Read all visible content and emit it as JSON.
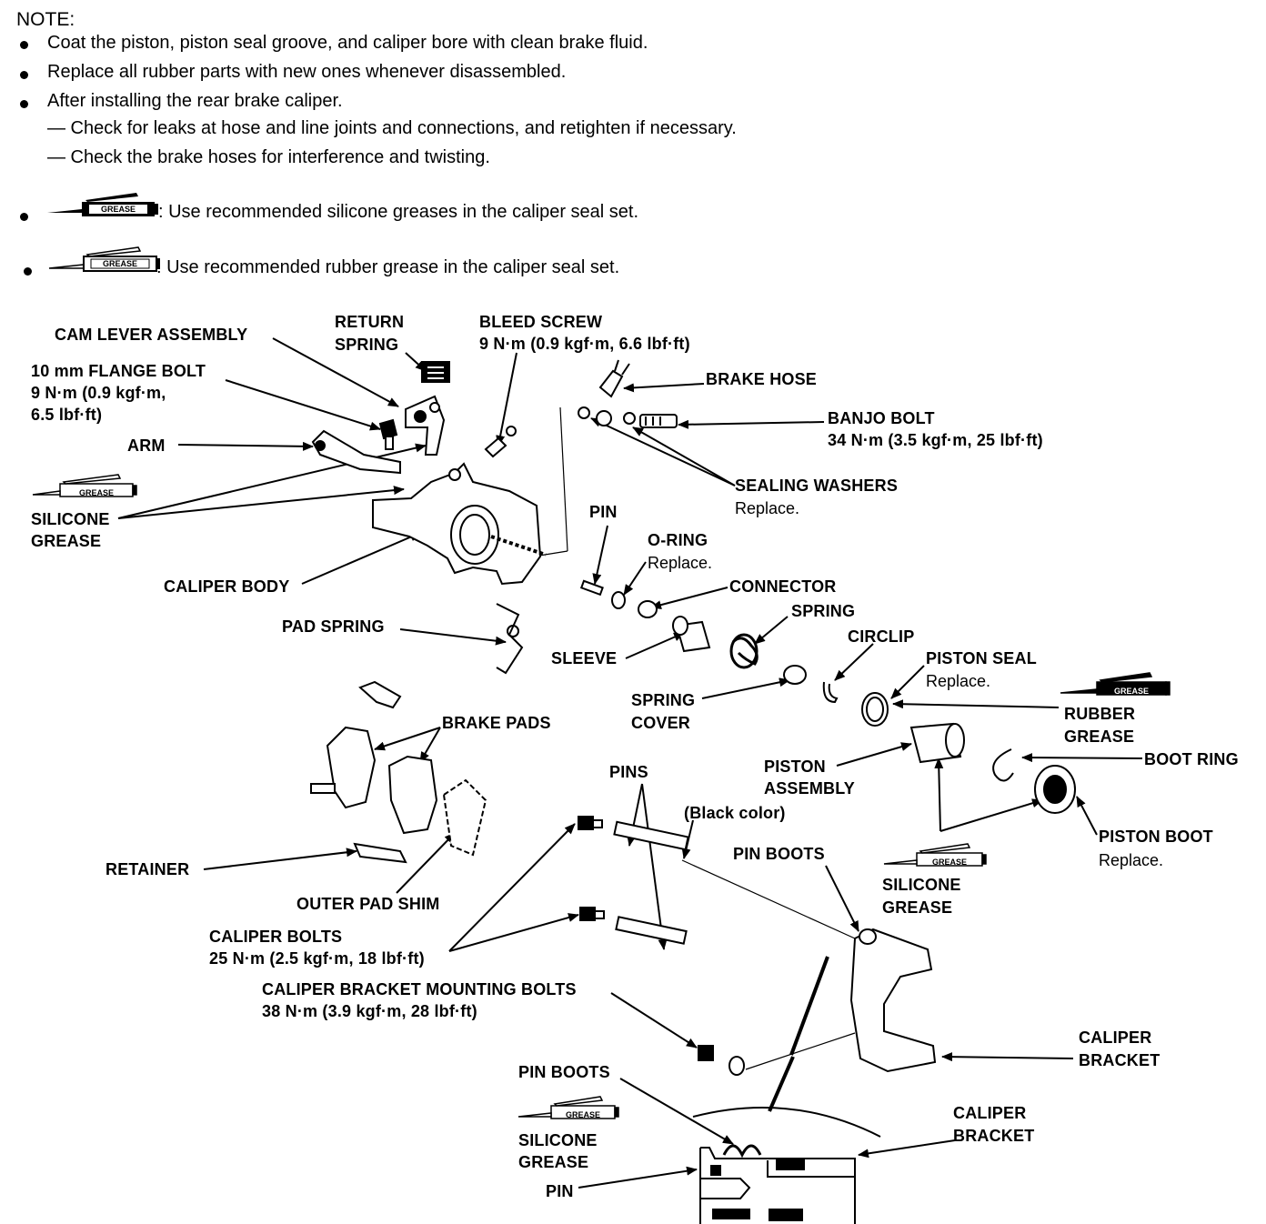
{
  "note": {
    "title": "NOTE:",
    "bullets": [
      "Coat the piston, piston seal groove, and caliper bore with clean brake fluid.",
      "Replace all rubber parts with new ones whenever disassembled.",
      "After installing the rear brake caliper."
    ],
    "dashes": [
      "— Check for leaks at hose and line joints and connections, and retighten if necessary.",
      "— Check the brake hoses for interference and twisting."
    ],
    "grease_silicone": ": Use recommended silicone greases in the caliper seal set.",
    "grease_rubber": ": Use recommended rubber grease in the caliper seal set.",
    "grease_icon_text": "GREASE"
  },
  "labels": {
    "cam_lever": "CAM LEVER ASSEMBLY",
    "return_spring_1": "RETURN",
    "return_spring_2": "SPRING",
    "bleed_screw": "BLEED SCREW",
    "bleed_screw_torque": "9 N·m (0.9 kgf·m, 6.6 lbf·ft)",
    "flange_bolt": "10 mm FLANGE BOLT",
    "flange_bolt_torque_1": "9 N·m (0.9 kgf·m,",
    "flange_bolt_torque_2": "6.5 lbf·ft)",
    "brake_hose": "BRAKE HOSE",
    "banjo_bolt": "BANJO BOLT",
    "banjo_bolt_torque": "34 N·m (3.5 kgf·m, 25 lbf·ft)",
    "arm": "ARM",
    "sealing_washers": "SEALING WASHERS",
    "sealing_washers_note": "Replace.",
    "silicone_1": "SILICONE",
    "grease_1": "GREASE",
    "pin": "PIN",
    "o_ring": "O-RING",
    "o_ring_note": "Replace.",
    "connector": "CONNECTOR",
    "caliper_body": "CALIPER BODY",
    "spring": "SPRING",
    "pad_spring": "PAD SPRING",
    "circlip": "CIRCLIP",
    "sleeve": "SLEEVE",
    "piston_seal": "PISTON SEAL",
    "piston_seal_note": "Replace.",
    "spring_cover_1": "SPRING",
    "spring_cover_2": "COVER",
    "rubber_grease_1": "RUBBER",
    "rubber_grease_2": "GREASE",
    "brake_pads": "BRAKE PADS",
    "piston_assembly_1": "PISTON",
    "piston_assembly_2": "ASSEMBLY",
    "boot_ring": "BOOT RING",
    "pins": "PINS",
    "black_color": "(Black color)",
    "piston_boot": "PISTON BOOT",
    "piston_boot_note": "Replace.",
    "pin_boots": "PIN BOOTS",
    "retainer": "RETAINER",
    "silicone_2": "SILICONE",
    "grease_2": "GREASE",
    "outer_pad_shim": "OUTER PAD SHIM",
    "caliper_bolts": "CALIPER BOLTS",
    "caliper_bolts_torque": "25 N·m (2.5 kgf·m, 18 lbf·ft)",
    "bracket_bolts": "CALIPER BRACKET MOUNTING BOLTS",
    "bracket_bolts_torque": "38 N·m (3.9 kgf·m, 28 lbf·ft)",
    "caliper_bracket_1a": "CALIPER",
    "caliper_bracket_1b": "BRACKET",
    "pin_boots_2": "PIN BOOTS",
    "caliper_bracket_2a": "CALIPER",
    "caliper_bracket_2b": "BRACKET",
    "silicone_3": "SILICONE",
    "grease_3": "GREASE",
    "pin_2": "PIN"
  }
}
